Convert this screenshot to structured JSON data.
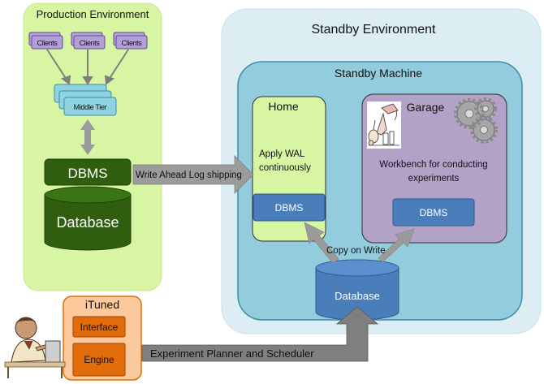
{
  "production": {
    "title": "Production Environment",
    "clients": [
      "Clients",
      "Clients",
      "Clients"
    ],
    "middle_tier": "Middle Tier",
    "dbms": "DBMS",
    "database": "Database"
  },
  "wal_arrow": {
    "label": "Write Ahead Log shipping"
  },
  "standby": {
    "title": "Standby Environment",
    "machine_title": "Standby Machine",
    "home": {
      "title": "Home",
      "desc_line1": "Apply WAL",
      "desc_line2": "continuously",
      "dbms": "DBMS"
    },
    "garage": {
      "title": "Garage",
      "desc_line1": "Workbench for conducting",
      "desc_line2": "experiments",
      "dbms": "DBMS"
    },
    "copy_on_write": "Copy on Write",
    "database": "Database"
  },
  "ituned": {
    "title": "iTuned",
    "interface": "Interface",
    "engine": "Engine"
  },
  "planner_arrow": {
    "label": "Experiment Planner and Scheduler"
  },
  "icons": [
    "person-at-computer-icon",
    "lab-equipment-icon",
    "gears-icon"
  ],
  "colors": {
    "production_bg": "#d8f5a4",
    "standby_outer_bg": "#dcedf3",
    "standby_machine_bg": "#93cddd",
    "home_bg": "#d8f5a4",
    "garage_bg": "#b3a2c7",
    "dbms_blue": "#4a7ebb",
    "db_green": "#2f5e0f",
    "ituned_bg": "#fbc99c",
    "ituned_box": "#e36c0a",
    "client_purple": "#b4a0d8",
    "middle_tier": "#8fd3e0",
    "arrow_gray": "#9b9b9b"
  }
}
